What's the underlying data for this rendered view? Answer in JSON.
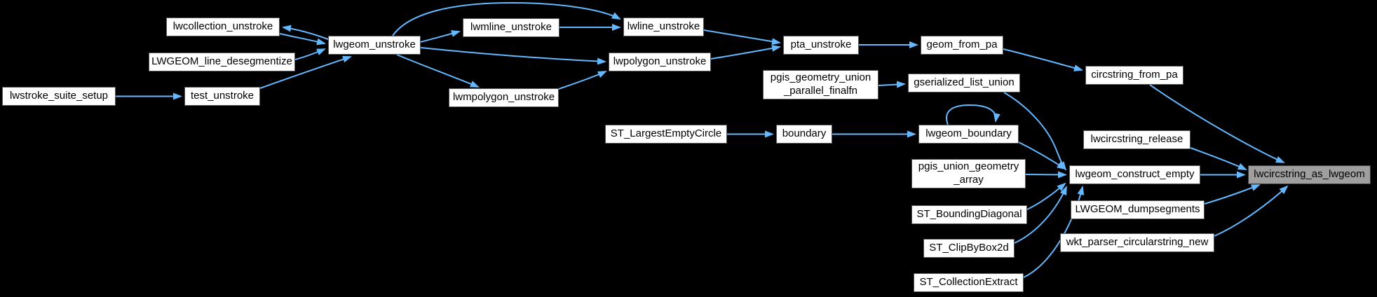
{
  "diagram": {
    "type": "doxygen-caller-graph",
    "highlighted_node": "lwcircstring_as_lwgeom",
    "colors": {
      "background": "#000000",
      "edge": "#63b8ff",
      "node_fill": "#ffffff",
      "node_border": "#565656",
      "highlight_fill": "#9f9f9f",
      "text": "#000000"
    },
    "nodes": {
      "lwcollection_unstroke": {
        "label": "lwcollection_unstroke"
      },
      "LWGEOM_line_desegmentize": {
        "label": "LWGEOM_line_desegmentize"
      },
      "lwstroke_suite_setup": {
        "label": "lwstroke_suite_setup"
      },
      "test_unstroke": {
        "label": "test_unstroke"
      },
      "lwgeom_unstroke": {
        "label": "lwgeom_unstroke"
      },
      "lwmline_unstroke": {
        "label": "lwmline_unstroke"
      },
      "lwmpolygon_unstroke": {
        "label": "lwmpolygon_unstroke"
      },
      "lwline_unstroke": {
        "label": "lwline_unstroke"
      },
      "lwpolygon_unstroke": {
        "label": "lwpolygon_unstroke"
      },
      "pta_unstroke": {
        "label": "pta_unstroke"
      },
      "pgis_geometry_union_parallel_finalfn": {
        "label": "pgis_geometry_union\n_parallel_finalfn"
      },
      "geom_from_pa": {
        "label": "geom_from_pa"
      },
      "gserialized_list_union": {
        "label": "gserialized_list_union"
      },
      "circstring_from_pa": {
        "label": "circstring_from_pa"
      },
      "ST_LargestEmptyCircle": {
        "label": "ST_LargestEmptyCircle"
      },
      "boundary": {
        "label": "boundary"
      },
      "lwgeom_boundary": {
        "label": "lwgeom_boundary"
      },
      "lwcircstring_release": {
        "label": "lwcircstring_release"
      },
      "pgis_union_geometry_array": {
        "label": "pgis_union_geometry\n_array"
      },
      "lwgeom_construct_empty": {
        "label": "lwgeom_construct_empty"
      },
      "lwcircstring_as_lwgeom": {
        "label": "lwcircstring_as_lwgeom"
      },
      "ST_BoundingDiagonal": {
        "label": "ST_BoundingDiagonal"
      },
      "LWGEOM_dumpsegments": {
        "label": "LWGEOM_dumpsegments"
      },
      "ST_ClipByBox2d": {
        "label": "ST_ClipByBox2d"
      },
      "wkt_parser_circularstring_new": {
        "label": "wkt_parser_circularstring_new"
      },
      "ST_CollectionExtract": {
        "label": "ST_CollectionExtract"
      }
    },
    "edges": [
      {
        "from": "lwgeom_unstroke",
        "to": "lwcollection_unstroke"
      },
      {
        "from": "lwcollection_unstroke",
        "to": "lwgeom_unstroke"
      },
      {
        "from": "LWGEOM_line_desegmentize",
        "to": "lwgeom_unstroke"
      },
      {
        "from": "lwstroke_suite_setup",
        "to": "test_unstroke"
      },
      {
        "from": "test_unstroke",
        "to": "lwgeom_unstroke"
      },
      {
        "from": "lwgeom_unstroke",
        "to": "lwmline_unstroke"
      },
      {
        "from": "lwgeom_unstroke",
        "to": "lwline_unstroke"
      },
      {
        "from": "lwgeom_unstroke",
        "to": "lwpolygon_unstroke"
      },
      {
        "from": "lwgeom_unstroke",
        "to": "lwmpolygon_unstroke"
      },
      {
        "from": "lwmline_unstroke",
        "to": "lwline_unstroke"
      },
      {
        "from": "lwmpolygon_unstroke",
        "to": "lwpolygon_unstroke"
      },
      {
        "from": "lwline_unstroke",
        "to": "pta_unstroke"
      },
      {
        "from": "lwpolygon_unstroke",
        "to": "pta_unstroke"
      },
      {
        "from": "pta_unstroke",
        "to": "geom_from_pa"
      },
      {
        "from": "pgis_geometry_union_parallel_finalfn",
        "to": "gserialized_list_union"
      },
      {
        "from": "geom_from_pa",
        "to": "circstring_from_pa"
      },
      {
        "from": "gserialized_list_union",
        "to": "lwgeom_construct_empty"
      },
      {
        "from": "ST_LargestEmptyCircle",
        "to": "boundary"
      },
      {
        "from": "boundary",
        "to": "lwgeom_boundary"
      },
      {
        "from": "lwgeom_boundary",
        "to": "lwgeom_boundary"
      },
      {
        "from": "lwgeom_boundary",
        "to": "lwgeom_construct_empty"
      },
      {
        "from": "pgis_union_geometry_array",
        "to": "lwgeom_construct_empty"
      },
      {
        "from": "ST_BoundingDiagonal",
        "to": "lwgeom_construct_empty"
      },
      {
        "from": "ST_ClipByBox2d",
        "to": "lwgeom_construct_empty"
      },
      {
        "from": "ST_CollectionExtract",
        "to": "lwgeom_construct_empty"
      },
      {
        "from": "lwgeom_construct_empty",
        "to": "lwcircstring_as_lwgeom"
      },
      {
        "from": "lwcircstring_release",
        "to": "lwcircstring_as_lwgeom"
      },
      {
        "from": "circstring_from_pa",
        "to": "lwcircstring_as_lwgeom"
      },
      {
        "from": "LWGEOM_dumpsegments",
        "to": "lwcircstring_as_lwgeom"
      },
      {
        "from": "wkt_parser_circularstring_new",
        "to": "lwcircstring_as_lwgeom"
      }
    ]
  }
}
